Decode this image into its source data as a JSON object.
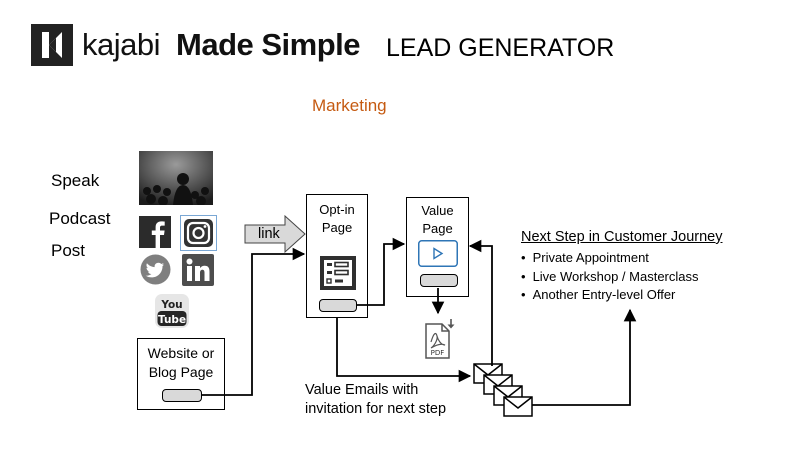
{
  "header": {
    "brand_name": "kajabi",
    "brand_tagline": "Made Simple",
    "title": "LEAD GENERATOR"
  },
  "section_label": "Marketing",
  "channels": [
    "Speak",
    "Podcast",
    "Post"
  ],
  "social_icons": [
    "speaker-photo",
    "facebook-icon",
    "instagram-icon",
    "twitter-icon",
    "linkedin-icon",
    "youtube-icon"
  ],
  "link_label": "link",
  "website_box": {
    "label_line1": "Website or",
    "label_line2": "Blog Page"
  },
  "optin_box": {
    "label_line1": "Opt-in",
    "label_line2": "Page"
  },
  "value_box": {
    "label_line1": "Value",
    "label_line2": "Page"
  },
  "pdf_label": "PDF",
  "emails_text": {
    "line1": "Value Emails with",
    "line2": "invitation for next step"
  },
  "journey": {
    "title": "Next Step in Customer Journey",
    "items": [
      "Private Appointment",
      "Live Workshop / Masterclass",
      "Another Entry-level Offer"
    ]
  },
  "colors": {
    "accent": "#c55a11",
    "brand_dark": "#222222",
    "button_fill": "#d9d9d9",
    "play_blue": "#2e75b6"
  }
}
